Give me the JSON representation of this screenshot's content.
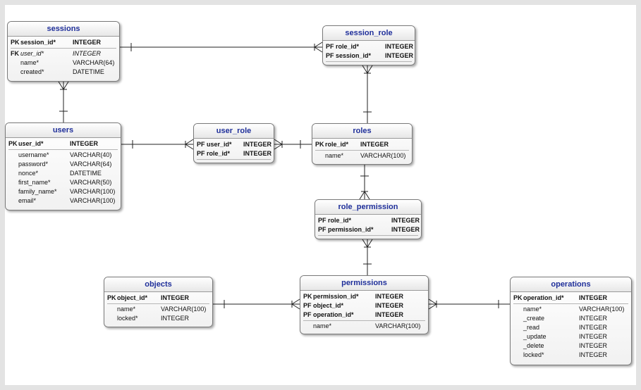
{
  "entities": {
    "sessions": {
      "title": "sessions",
      "fields": [
        {
          "key": "PK",
          "name": "session_id*",
          "type": "INTEGER",
          "style": "pk"
        },
        {
          "key": "FK",
          "name": "user_id*",
          "type": "INTEGER",
          "style": "fk"
        },
        {
          "key": "",
          "name": "name*",
          "type": "VARCHAR(64)",
          "style": ""
        },
        {
          "key": "",
          "name": "created*",
          "type": "DATETIME",
          "style": ""
        }
      ]
    },
    "session_role": {
      "title": "session_role",
      "fields": [
        {
          "key": "PF",
          "name": "role_id*",
          "type": "INTEGER",
          "style": "pk"
        },
        {
          "key": "PF",
          "name": "session_id*",
          "type": "INTEGER",
          "style": "pk"
        }
      ]
    },
    "users": {
      "title": "users",
      "fields": [
        {
          "key": "PK",
          "name": "user_id*",
          "type": "INTEGER",
          "style": "pk"
        },
        {
          "key": "",
          "name": "username*",
          "type": "VARCHAR(40)",
          "style": ""
        },
        {
          "key": "",
          "name": "password*",
          "type": "VARCHAR(64)",
          "style": ""
        },
        {
          "key": "",
          "name": "nonce*",
          "type": "DATETIME",
          "style": ""
        },
        {
          "key": "",
          "name": "first_name*",
          "type": "VARCHAR(50)",
          "style": ""
        },
        {
          "key": "",
          "name": "family_name*",
          "type": "VARCHAR(100)",
          "style": ""
        },
        {
          "key": "",
          "name": "email*",
          "type": "VARCHAR(100)",
          "style": ""
        }
      ]
    },
    "user_role": {
      "title": "user_role",
      "fields": [
        {
          "key": "PF",
          "name": "user_id*",
          "type": "INTEGER",
          "style": "pk"
        },
        {
          "key": "PF",
          "name": "role_id*",
          "type": "INTEGER",
          "style": "pk"
        }
      ]
    },
    "roles": {
      "title": "roles",
      "fields": [
        {
          "key": "PK",
          "name": "role_id*",
          "type": "INTEGER",
          "style": "pk"
        },
        {
          "key": "",
          "name": "name*",
          "type": "VARCHAR(100)",
          "style": ""
        }
      ]
    },
    "role_permission": {
      "title": "role_permission",
      "fields": [
        {
          "key": "PF",
          "name": "role_id*",
          "type": "INTEGER",
          "style": "pk"
        },
        {
          "key": "PF",
          "name": "permission_id*",
          "type": "INTEGER",
          "style": "pk"
        }
      ]
    },
    "objects": {
      "title": "objects",
      "fields": [
        {
          "key": "PK",
          "name": "object_id*",
          "type": "INTEGER",
          "style": "pk"
        },
        {
          "key": "",
          "name": "name*",
          "type": "VARCHAR(100)",
          "style": ""
        },
        {
          "key": "",
          "name": "locked*",
          "type": "INTEGER",
          "style": ""
        }
      ]
    },
    "permissions": {
      "title": "permissions",
      "fields": [
        {
          "key": "PK",
          "name": "permission_id*",
          "type": "INTEGER",
          "style": "pk"
        },
        {
          "key": "PF",
          "name": "object_id*",
          "type": "INTEGER",
          "style": "pk"
        },
        {
          "key": "PF",
          "name": "operation_id*",
          "type": "INTEGER",
          "style": "pk"
        },
        {
          "key": "",
          "name": "name*",
          "type": "VARCHAR(100)",
          "style": ""
        }
      ]
    },
    "operations": {
      "title": "operations",
      "fields": [
        {
          "key": "PK",
          "name": "operation_id*",
          "type": "INTEGER",
          "style": "pk"
        },
        {
          "key": "",
          "name": "name*",
          "type": "VARCHAR(100)",
          "style": ""
        },
        {
          "key": "",
          "name": "_create",
          "type": "INTEGER",
          "style": ""
        },
        {
          "key": "",
          "name": "_read",
          "type": "INTEGER",
          "style": ""
        },
        {
          "key": "",
          "name": "_update",
          "type": "INTEGER",
          "style": ""
        },
        {
          "key": "",
          "name": "_delete",
          "type": "INTEGER",
          "style": ""
        },
        {
          "key": "",
          "name": "locked*",
          "type": "INTEGER",
          "style": ""
        }
      ]
    }
  },
  "relationships": [
    {
      "one": "sessions",
      "many": "session_role"
    },
    {
      "one": "users",
      "many": "sessions"
    },
    {
      "one": "roles",
      "many": "session_role"
    },
    {
      "one": "users",
      "many": "user_role"
    },
    {
      "one": "roles",
      "many": "user_role"
    },
    {
      "one": "roles",
      "many": "role_permission"
    },
    {
      "one": "permissions",
      "many": "role_permission"
    },
    {
      "one": "objects",
      "many": "permissions"
    },
    {
      "one": "operations",
      "many": "permissions"
    }
  ]
}
